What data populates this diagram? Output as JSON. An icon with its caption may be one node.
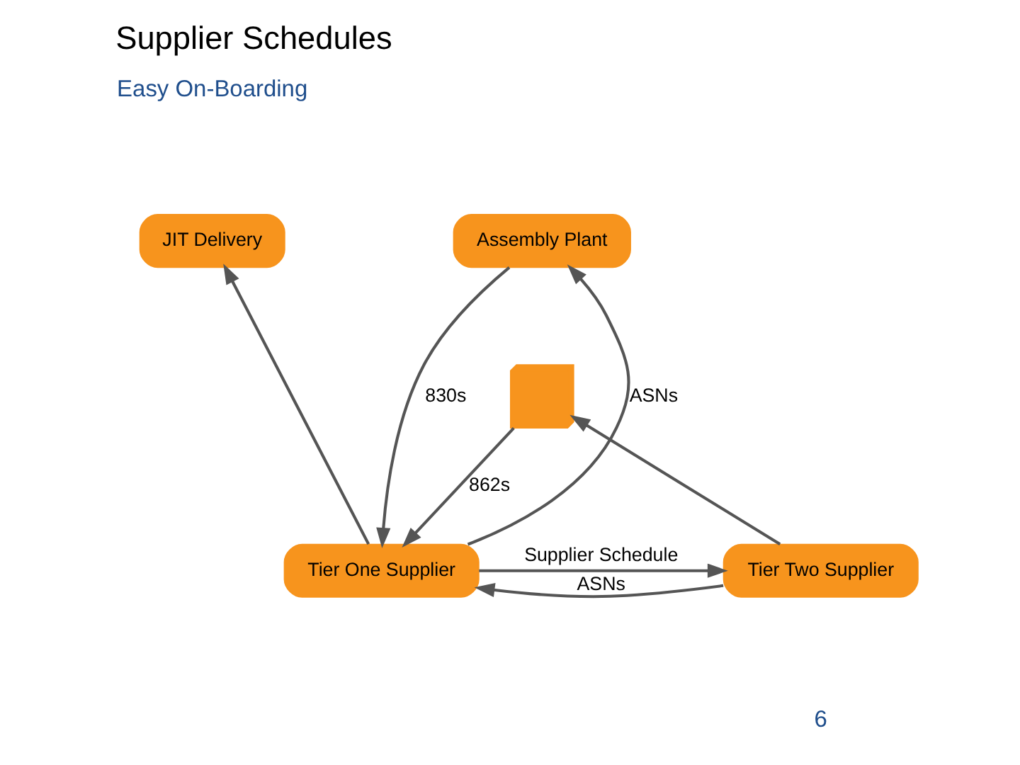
{
  "diagram": {
    "title": "Supplier Schedules",
    "nodes": [
      {
        "text": [
          "JIT Delivery"
        ]
      },
      {
        "text": [
          "Assembly Plant"
        ]
      },
      {
        "text": [
          "Tier One Supplier"
        ]
      },
      {
        "text": [],
        "shape": "bus"
      },
      {
        "text": [
          "Tier Two Supplier"
        ]
      }
    ],
    "edges": [
      {
        "from": 2,
        "to": 0,
        "arrow": "to"
      },
      {
        "from": 2,
        "to": 1,
        "label": "ASNs",
        "arrow": "to"
      },
      {
        "from": 1,
        "to": 2,
        "label": "830s",
        "arrow": "to"
      },
      {
        "from": 3,
        "to": 2,
        "label": "862s",
        "arrow": "to"
      },
      {
        "from": 4,
        "to": 3,
        "arrow": "to"
      },
      {
        "from": 4,
        "to": 2,
        "label": "ASNs",
        "arrow": "to"
      },
      {
        "from": 2,
        "to": 4,
        "label": "Supplier Schedule",
        "arrow": "to"
      }
    ],
    "labels": [
      "Easy On-Boarding",
      "6"
    ]
  }
}
